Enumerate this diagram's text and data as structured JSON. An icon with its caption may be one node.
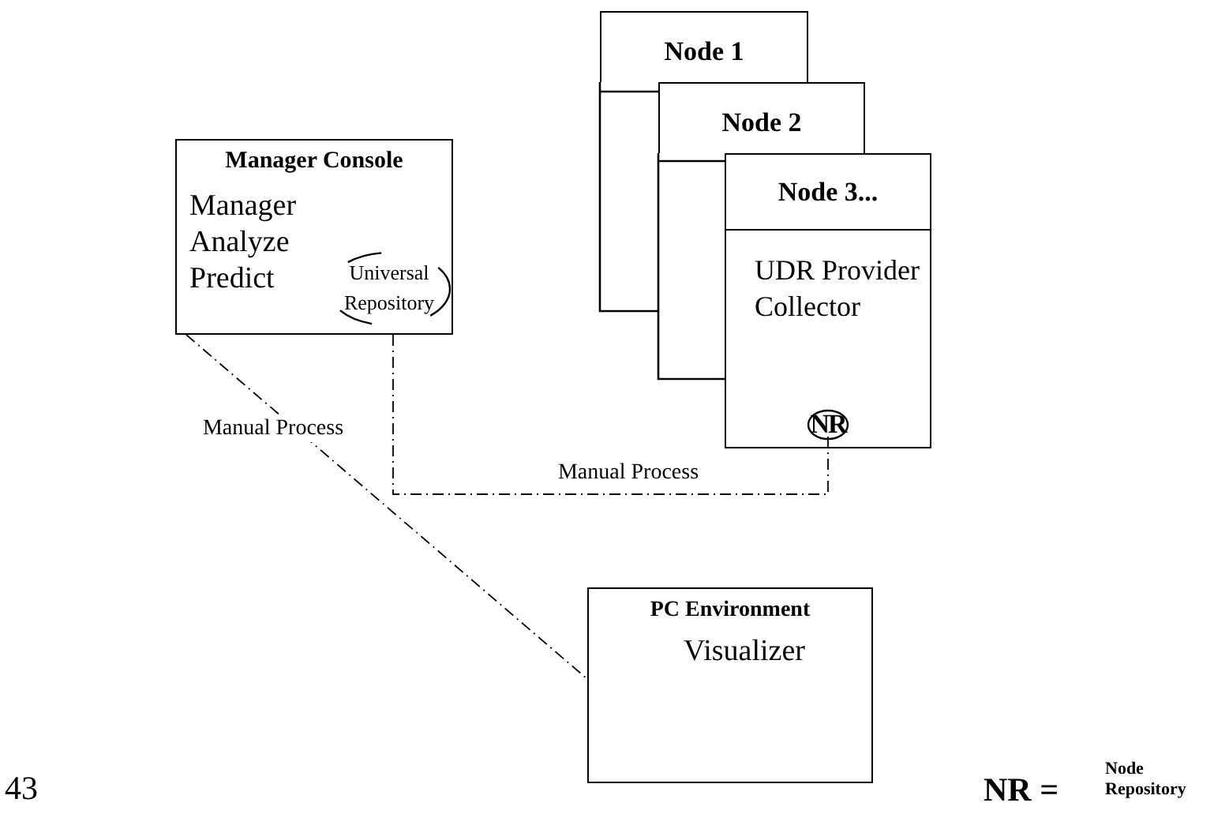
{
  "diagram": {
    "nodes": [
      {
        "text": [
          "Manager Console",
          "Manager Analyze Predict"
        ]
      },
      {
        "text": [
          "Universal Repository"
        ],
        "in": 0
      },
      {
        "text": [
          "Node 1"
        ]
      },
      {
        "text": [
          "Node 2"
        ]
      },
      {
        "text": [
          "Node 3...",
          "UDR Provider Collector"
        ]
      },
      {
        "text": [
          "NR"
        ],
        "in": 4
      },
      {
        "text": [
          "PC Environment",
          "Visualizer"
        ]
      }
    ],
    "edges": [
      {
        "from": 0,
        "to": 6,
        "arrow": "none",
        "label": "Manual Process",
        "style": "dashed"
      },
      {
        "from": 0,
        "to": 5,
        "arrow": "none",
        "label": "Manual Process",
        "style": "dashed"
      }
    ],
    "labels": [
      "43",
      "NR =",
      "Node Repository"
    ]
  }
}
